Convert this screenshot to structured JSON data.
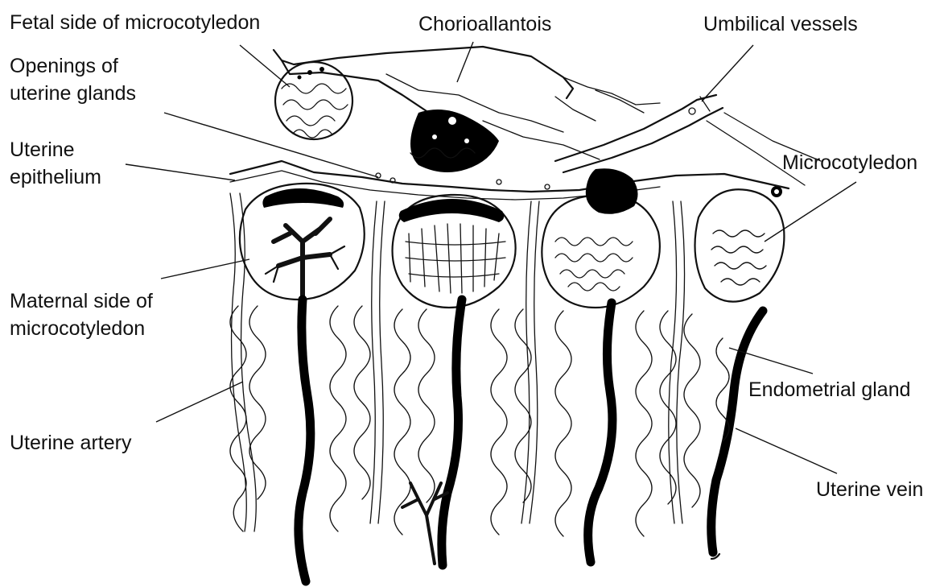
{
  "labels": {
    "fetal_side": "Fetal side of microcotyledon",
    "chorioallantois": "Chorioallantois",
    "umbilical_vessels": "Umbilical vessels",
    "openings_line1": "Openings of",
    "openings_line2": "uterine glands",
    "uterine_epi_line1": "Uterine",
    "uterine_epi_line2": "epithelium",
    "microcotyledon": "Microcotyledon",
    "maternal_line1": "Maternal side of",
    "maternal_line2": "microcotyledon",
    "endometrial_gland": "Endometrial gland",
    "uterine_artery": "Uterine artery",
    "uterine_vein": "Uterine vein"
  }
}
